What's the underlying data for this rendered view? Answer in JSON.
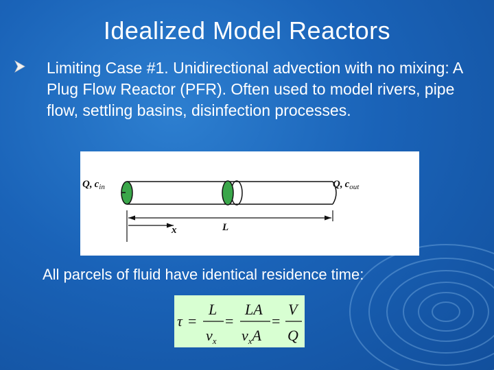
{
  "slide": {
    "title": "Idealized Model Reactors",
    "bullet": "Limiting Case #1. Unidirectional advection with no mixing: A Plug Flow Reactor (PFR). Often used to model rivers, pipe flow, settling basins, disinfection processes.",
    "statement": "All parcels of fluid have identical residence time:"
  },
  "diagram": {
    "inlet_q": "Q,",
    "inlet_c": "c",
    "inlet_sub": "in",
    "outlet_q": "Q,",
    "outlet_c": "c",
    "outlet_sub": "out",
    "x_label": "x",
    "l_label": "L"
  },
  "formula": {
    "tau": "τ",
    "eq": "=",
    "f1_num": "L",
    "f1_den_v": "v",
    "f1_den_sub": "x",
    "f2_num": "LA",
    "f2_den_v": "v",
    "f2_den_sub": "x",
    "f2_den_a": "A",
    "f3_num": "V",
    "f3_den": "Q"
  },
  "colors": {
    "background": "#1a63b8",
    "pipe_end": "#3aa64a",
    "formula_bg": "#d8ffd2",
    "arrow": "#f2f2f2"
  },
  "icons": {
    "bullet": "arrow-bullet-icon",
    "decoration": "water-ripples-icon"
  }
}
